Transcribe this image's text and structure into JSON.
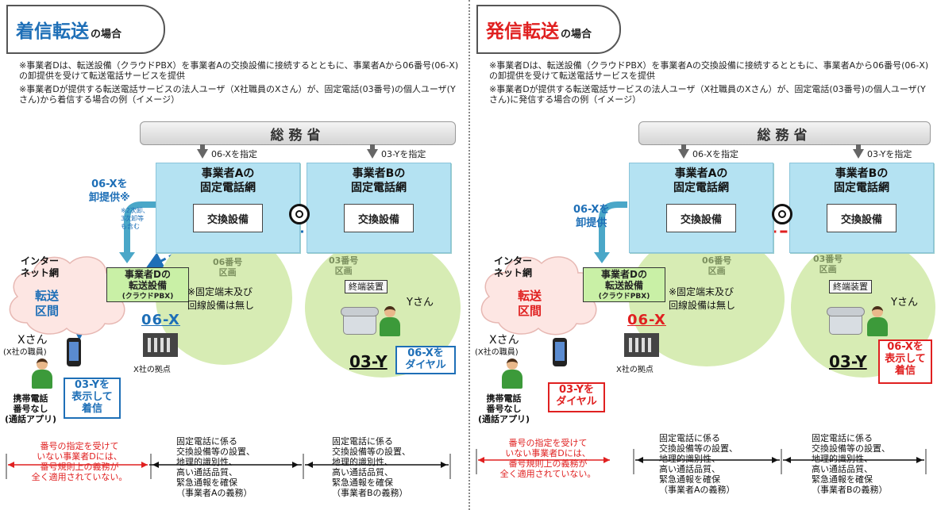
{
  "left": {
    "title_main": "着信転送",
    "title_suffix": "の場合",
    "note_1": "※事業者Dは、転送設備（クラウドPBX）を事業者Aの交換設備に接続するとともに、事業者Aから06番号(06-X)の卸提供を受けて転送電話サービスを提供",
    "note_2": "※事業者Dが提供する転送電話サービスの法人ユーザ（X社職員のXさん）が、固定電話(03番号)の個人ユーザ(Yさん)から着信する場合の例（イメージ）",
    "ministry": "総務省",
    "assign_06x": "06-Xを指定",
    "assign_03y": "03-Yを指定",
    "carrier_a": "事業者Aの\n固定電話網",
    "carrier_b": "事業者Bの\n固定電話網",
    "switch_a": "交換設備",
    "switch_b": "交換設備",
    "wholesale_label": "06-Xを\n卸提供※",
    "wholesale_note": "※2次卸、\n3次卸等\nも含む",
    "area_06": "06番号\n区画",
    "area_03": "03番号\n区画",
    "internet": "インター\nネット網",
    "section": "転送\n区間",
    "pbx_title": "事業者Dの\n転送設備",
    "pbx_sub": "(クラウドPBX)",
    "no_equipment": "※固定端末及び\n回線設備は無し",
    "number_06x": "06-X",
    "base_label": "X社の拠点",
    "terminal": "終端装置",
    "y_person": "Yさん",
    "number_03y": "03-Y",
    "callout_y": "06-Xを\nダイヤル",
    "x_person": "Xさん",
    "x_sub": "(X社の職員)",
    "callout_x": "03-Yを\n表示して\n着信",
    "mobile_note": "携帯電話\n番号なし\n(通話アプリ)",
    "duty_d": "番号の指定を受けて\nいない事業者Dには、\n番号規則上の義務が\n全く適用されていない。",
    "duty_a": "固定電話に係る\n交換設備等の設置、\n地理的識別性、\n高い通話品質、\n緊急通報を確保\n（事業者Aの義務）",
    "duty_b": "固定電話に係る\n交換設備等の設置、\n地理的識別性、\n高い通話品質、\n緊急通報を確保\n（事業者Bの義務）"
  },
  "right": {
    "title_main": "発信転送",
    "title_suffix": "の場合",
    "note_1": "※事業者Dは、転送設備（クラウドPBX）を事業者Aの交換設備に接続するとともに、事業者Aから06番号(06-X)の卸提供を受けて転送電話サービスを提供",
    "note_2": "※事業者Dが提供する転送電話サービスの法人ユーザ（X社職員のXさん）が、固定電話(03番号)の個人ユーザ(Yさん)に発信する場合の例（イメージ）",
    "ministry": "総務省",
    "assign_06x": "06-Xを指定",
    "assign_03y": "03-Yを指定",
    "carrier_a": "事業者Aの\n固定電話網",
    "carrier_b": "事業者Bの\n固定電話網",
    "switch_a": "交換設備",
    "switch_b": "交換設備",
    "wholesale_label": "06-Xを\n卸提供",
    "area_06": "06番号\n区画",
    "area_03": "03番号\n区画",
    "internet": "インター\nネット網",
    "section": "転送\n区間",
    "pbx_title": "事業者Dの\n転送設備",
    "pbx_sub": "(クラウドPBX)",
    "no_equipment": "※固定端末及び\n回線設備は無し",
    "number_06x": "06-X",
    "base_label": "X社の拠点",
    "terminal": "終端装置",
    "y_person": "Yさん",
    "number_03y": "03-Y",
    "callout_y": "06-Xを\n表示して\n着信",
    "x_person": "Xさん",
    "x_sub": "(X社の職員)",
    "callout_x": "03-Yを\nダイヤル",
    "mobile_note": "携帯電話\n番号なし\n(通話アプリ)",
    "duty_d": "番号の指定を受けて\nいない事業者Dには、\n番号規則上の義務が\n全く適用されていない。",
    "duty_a": "固定電話に係る\n交換設備等の設置、\n地理的識別性、\n高い通話品質、\n緊急通報を確保\n（事業者Aの義務）",
    "duty_b": "固定電話に係る\n交換設備等の設置、\n地理的識別性、\n高い通話品質、\n緊急通報を確保\n（事業者Bの義務）"
  },
  "colors": {
    "incoming_accent": "#1e6fb7",
    "outgoing_accent": "#e02020",
    "carrier_fill": "#b4e2f2",
    "area_fill": "#d7ecb4",
    "pbx_fill": "#c9f0a6"
  }
}
